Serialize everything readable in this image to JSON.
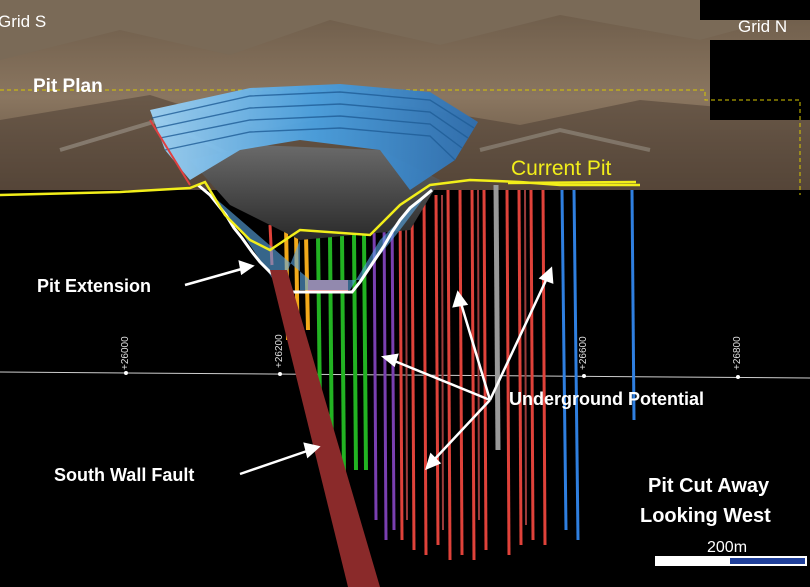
{
  "labels": {
    "grid_s": "Grid  S",
    "grid_n": "Grid  N",
    "pit_plan": "Pit Plan",
    "current_pit": "Current Pit",
    "pit_extension": "Pit Extension",
    "underground_potential": "Underground Potential",
    "south_wall_fault": "South Wall Fault",
    "cut_away_line1": "Pit Cut Away",
    "cut_away_line2": "Looking West",
    "scale_bar": "200m"
  },
  "grid_ticks": [
    "+26000",
    "+26200",
    "+26600",
    "+26800"
  ],
  "colors": {
    "current_pit_line": "#f2ee1a",
    "pit_shell": "#5aa9e6",
    "fault": "#8a2a2a",
    "background": "#000000"
  }
}
